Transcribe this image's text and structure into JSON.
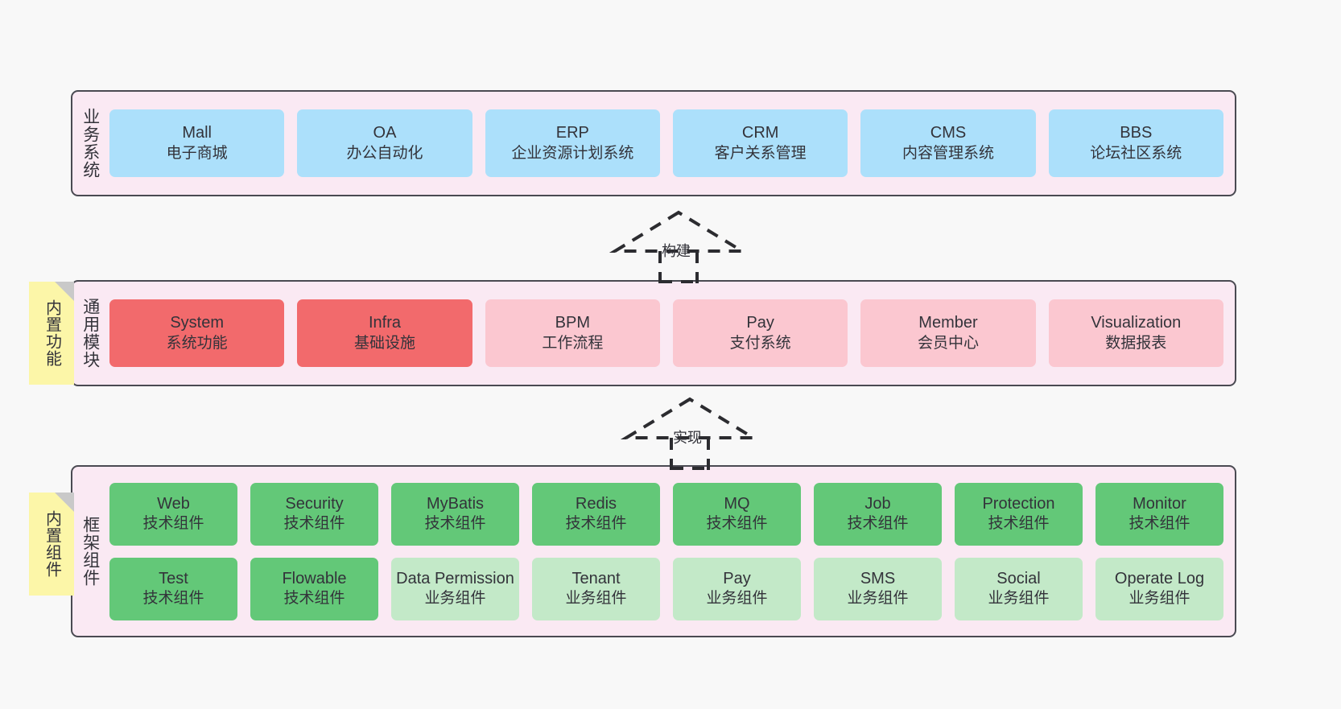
{
  "diagram": {
    "background_color": "#f8f8f8",
    "band_fill": "#fae9f3",
    "band_border": "#4a4a52"
  },
  "sticky_notes": [
    {
      "name": "built-in-functions",
      "text": "内置功能",
      "color": "#fcf6a8"
    },
    {
      "name": "built-in-components",
      "text": "内置组件",
      "color": "#fcf6a8"
    }
  ],
  "connectors": [
    {
      "name": "build",
      "label": "构建",
      "style": "dashed-hollow-triangle",
      "direction": "up"
    },
    {
      "name": "realize",
      "label": "实现",
      "style": "dashed-hollow-triangle",
      "direction": "up"
    }
  ],
  "layers": [
    {
      "id": "business",
      "title": "业务系统",
      "card_color": "#ace0fb",
      "rows": [
        [
          {
            "title": "Mall",
            "subtitle": "电子商城",
            "color": "#ace0fb"
          },
          {
            "title": "OA",
            "subtitle": "办公自动化",
            "color": "#ace0fb"
          },
          {
            "title": "ERP",
            "subtitle": "企业资源计划系统",
            "color": "#ace0fb"
          },
          {
            "title": "CRM",
            "subtitle": "客户关系管理",
            "color": "#ace0fb"
          },
          {
            "title": "CMS",
            "subtitle": "内容管理系统",
            "color": "#ace0fb"
          },
          {
            "title": "BBS",
            "subtitle": "论坛社区系统",
            "color": "#ace0fb"
          }
        ]
      ]
    },
    {
      "id": "modules",
      "title": "通用模块",
      "rows": [
        [
          {
            "title": "System",
            "subtitle": "系统功能",
            "color": "#f26a6c"
          },
          {
            "title": "Infra",
            "subtitle": "基础设施",
            "color": "#f26a6c"
          },
          {
            "title": "BPM",
            "subtitle": "工作流程",
            "color": "#fbc7d0"
          },
          {
            "title": "Pay",
            "subtitle": "支付系统",
            "color": "#fbc7d0"
          },
          {
            "title": "Member",
            "subtitle": "会员中心",
            "color": "#fbc7d0"
          },
          {
            "title": "Visualization",
            "subtitle": "数据报表",
            "color": "#fbc7d0"
          }
        ]
      ]
    },
    {
      "id": "framework",
      "title": "框架组件",
      "rows": [
        [
          {
            "title": "Web",
            "subtitle": "技术组件",
            "color": "#63c878"
          },
          {
            "title": "Security",
            "subtitle": "技术组件",
            "color": "#63c878"
          },
          {
            "title": "MyBatis",
            "subtitle": "技术组件",
            "color": "#63c878"
          },
          {
            "title": "Redis",
            "subtitle": "技术组件",
            "color": "#63c878"
          },
          {
            "title": "MQ",
            "subtitle": "技术组件",
            "color": "#63c878"
          },
          {
            "title": "Job",
            "subtitle": "技术组件",
            "color": "#63c878"
          },
          {
            "title": "Protection",
            "subtitle": "技术组件",
            "color": "#63c878"
          },
          {
            "title": "Monitor",
            "subtitle": "技术组件",
            "color": "#63c878"
          }
        ],
        [
          {
            "title": "Test",
            "subtitle": "技术组件",
            "color": "#63c878"
          },
          {
            "title": "Flowable",
            "subtitle": "技术组件",
            "color": "#63c878"
          },
          {
            "title": "Data Permission",
            "subtitle": "业务组件",
            "color": "#c3e9c8"
          },
          {
            "title": "Tenant",
            "subtitle": "业务组件",
            "color": "#c3e9c8"
          },
          {
            "title": "Pay",
            "subtitle": "业务组件",
            "color": "#c3e9c8"
          },
          {
            "title": "SMS",
            "subtitle": "业务组件",
            "color": "#c3e9c8"
          },
          {
            "title": "Social",
            "subtitle": "业务组件",
            "color": "#c3e9c8"
          },
          {
            "title": "Operate Log",
            "subtitle": "业务组件",
            "color": "#c3e9c8"
          }
        ]
      ]
    }
  ]
}
